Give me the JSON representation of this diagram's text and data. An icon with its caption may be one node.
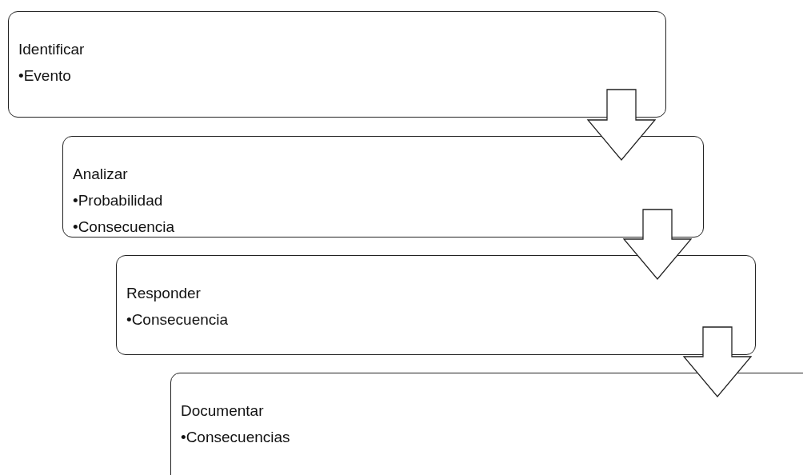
{
  "diagram": {
    "nodes": [
      {
        "text": [
          "Identificar",
          "•Evento"
        ]
      },
      {
        "text": [
          "Analizar",
          "•Probabilidad",
          "•Consecuencia"
        ]
      },
      {
        "text": [
          "Responder",
          "•Consecuencia"
        ]
      },
      {
        "text": [
          "Documentar",
          "•Consecuencias"
        ]
      }
    ],
    "edges": [
      {
        "from": 0,
        "to": 1,
        "arrow": "to"
      },
      {
        "from": 1,
        "to": 2,
        "arrow": "to"
      },
      {
        "from": 2,
        "to": 3,
        "arrow": "to"
      }
    ]
  }
}
